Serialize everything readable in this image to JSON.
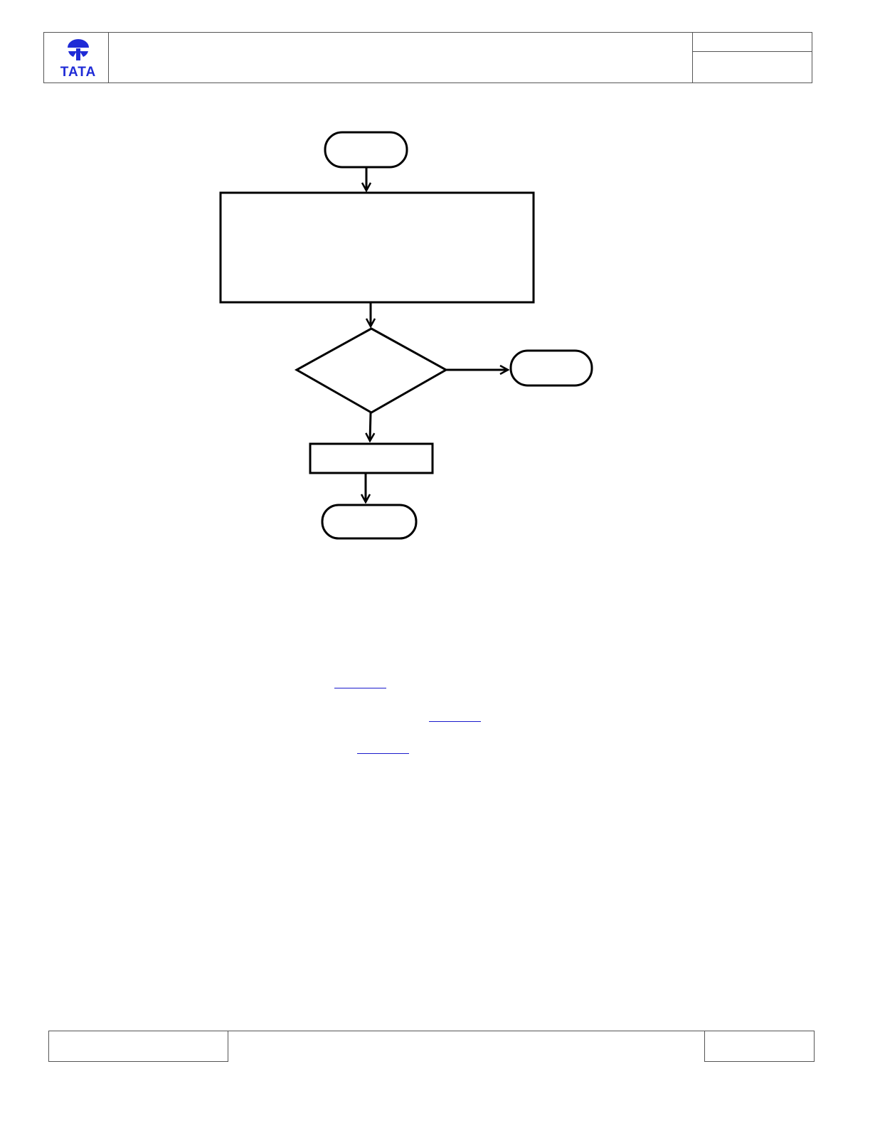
{
  "brand": {
    "logo_text": "TATA",
    "color": "#1f2bd6"
  },
  "links": [
    {
      "name": "link-1"
    },
    {
      "name": "link-2"
    },
    {
      "name": "link-3"
    }
  ],
  "colors": {
    "line": "#000000",
    "border": "#555555",
    "link": "#1a1acc"
  }
}
